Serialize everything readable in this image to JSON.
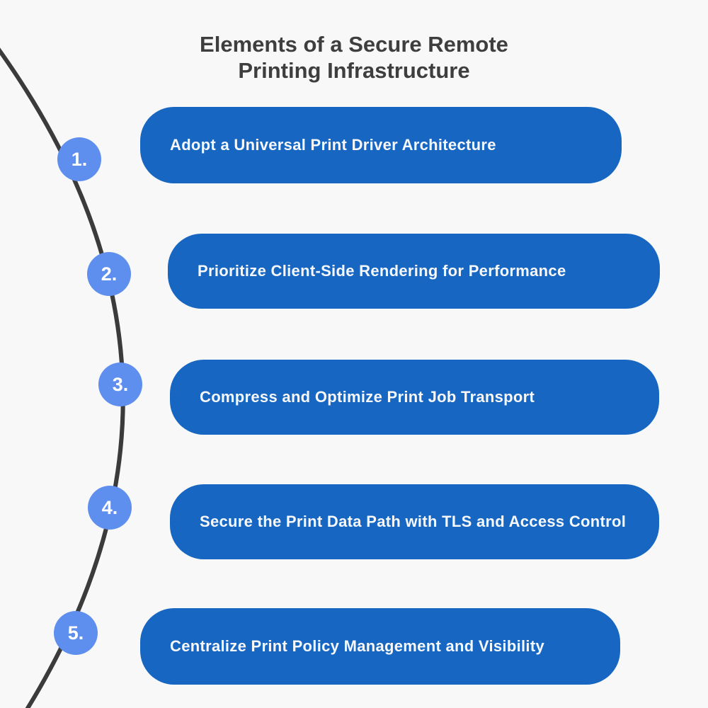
{
  "title": {
    "line1": "Elements of a Secure Remote",
    "line2": "Printing Infrastructure"
  },
  "steps": [
    {
      "number": "1.",
      "label": "Adopt a Universal Print Driver Architecture"
    },
    {
      "number": "2.",
      "label": "Prioritize Client-Side Rendering for Performance"
    },
    {
      "number": "3.",
      "label": "Compress and Optimize Print Job Transport"
    },
    {
      "number": "4.",
      "label": "Secure the Print Data Path with TLS and Access Control"
    },
    {
      "number": "5.",
      "label": "Centralize Print Policy Management and Visibility"
    }
  ],
  "colors": {
    "background": "#f8f8f9",
    "pill_blue": "#1666c2",
    "marker_blue": "#5f8fee",
    "curve_gray": "#3b3b3b",
    "title_text": "#3e3e3e",
    "pill_text": "#f6f8fb",
    "marker_text": "#ffffff"
  }
}
